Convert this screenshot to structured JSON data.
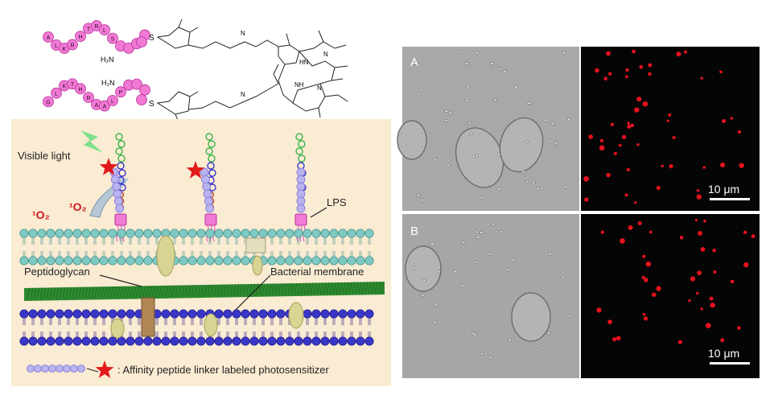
{
  "chemistry": {
    "residues_top": [
      "A",
      "L",
      "K",
      "R",
      "H",
      "T",
      "R",
      "L",
      "S"
    ],
    "residues_bottom": [
      "G",
      "L",
      "K",
      "T",
      "H",
      "R",
      "A",
      "A",
      "L",
      "P"
    ],
    "sulfur": "S",
    "amine": "H₂N",
    "nh": "N",
    "n_labels": [
      "HN",
      "N",
      "NH",
      "N"
    ]
  },
  "schematic": {
    "visible_light": "Visible light",
    "singlet_oxygen": [
      "¹O₂",
      "¹O₂"
    ],
    "lps": "LPS",
    "peptidoglycan": "Peptidoglycan",
    "bacterial_membrane": "Bacterial membrane",
    "legend": ": Affinity peptide linker labeled photosensitizer",
    "colors": {
      "background": "#faebd3",
      "star": "#e21a1a",
      "membrane_outer": "#7fc9c4",
      "membrane_inner": "#3a37c8",
      "peptidoglycan": "#2d8a2f",
      "residue": "#f07ad4"
    }
  },
  "micrographs": {
    "panels": [
      {
        "label": "A",
        "scale_bar": "10 μm"
      },
      {
        "label": "B",
        "scale_bar": "10 μm"
      }
    ],
    "colors": {
      "bright_field": "#a9a9a9",
      "fluorescence_bg": "#050505",
      "fluorescence": "#e3121c"
    }
  }
}
